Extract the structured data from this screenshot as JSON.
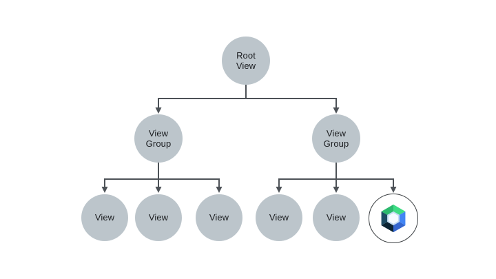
{
  "colors": {
    "canvas": "#FFFFFF",
    "node_fill": "#BCC5CB",
    "node_text": "#1B1D20",
    "connector": "#4D5257",
    "compose_ring_fill": "#FFFFFF",
    "compose_ring_stroke": "#3C4043",
    "logo_green_dark": "#2CB96E",
    "logo_green_light": "#3EDC84",
    "logo_blue_light": "#4285F4",
    "logo_blue_dark": "#3466CE",
    "logo_navy_light": "#1D4B63",
    "logo_navy_dark": "#0B2433",
    "logo_hex_fill": "#F4FAFF",
    "logo_hex_stroke": "#C3DCF2"
  },
  "nodes": {
    "root": {
      "label": "Root\nView"
    },
    "group_left": {
      "label": "View\nGroup"
    },
    "group_right": {
      "label": "View\nGroup"
    },
    "leaf_l1": {
      "label": "View"
    },
    "leaf_l2": {
      "label": "View"
    },
    "leaf_l3": {
      "label": "View"
    },
    "leaf_r1": {
      "label": "View"
    },
    "leaf_r2": {
      "label": "View"
    }
  },
  "icons": {
    "compose_logo": "jetpack-compose-logo"
  }
}
